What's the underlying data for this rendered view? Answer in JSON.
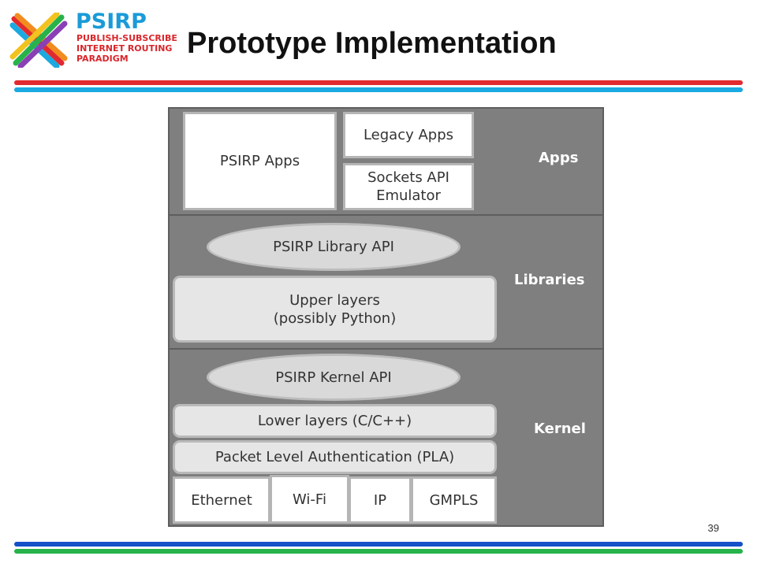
{
  "logo": {
    "wordmark": "PSIRP",
    "line1": "PUBLISH-SUBSCRIBE",
    "line2": "INTERNET ROUTING",
    "line3": "PARADIGM"
  },
  "slide": {
    "title": "Prototype Implementation",
    "page_number": "39"
  },
  "colors": {
    "top_rule_red": "#e02a2f",
    "top_rule_cyan": "#1aa9e0",
    "bottom_rule_blue": "#1450c8",
    "bottom_rule_green": "#27b34a",
    "band_fill": "#7f7f7f"
  },
  "diagram": {
    "apps": {
      "label": "Apps",
      "psirp_apps": "PSIRP Apps",
      "legacy_apps": "Legacy Apps",
      "sockets_line1": "Sockets API",
      "sockets_line2": "Emulator"
    },
    "libraries": {
      "label": "Libraries",
      "library_api": "PSIRP Library API",
      "upper_line1": "Upper layers",
      "upper_line2": "(possibly Python)"
    },
    "kernel": {
      "label": "Kernel",
      "kernel_api": "PSIRP Kernel API",
      "lower_layers": "Lower layers (C/C++)",
      "pla": "Packet Level Authentication (PLA)",
      "links": [
        "Ethernet",
        "Wi-Fi",
        "IP",
        "GMPLS"
      ]
    }
  }
}
